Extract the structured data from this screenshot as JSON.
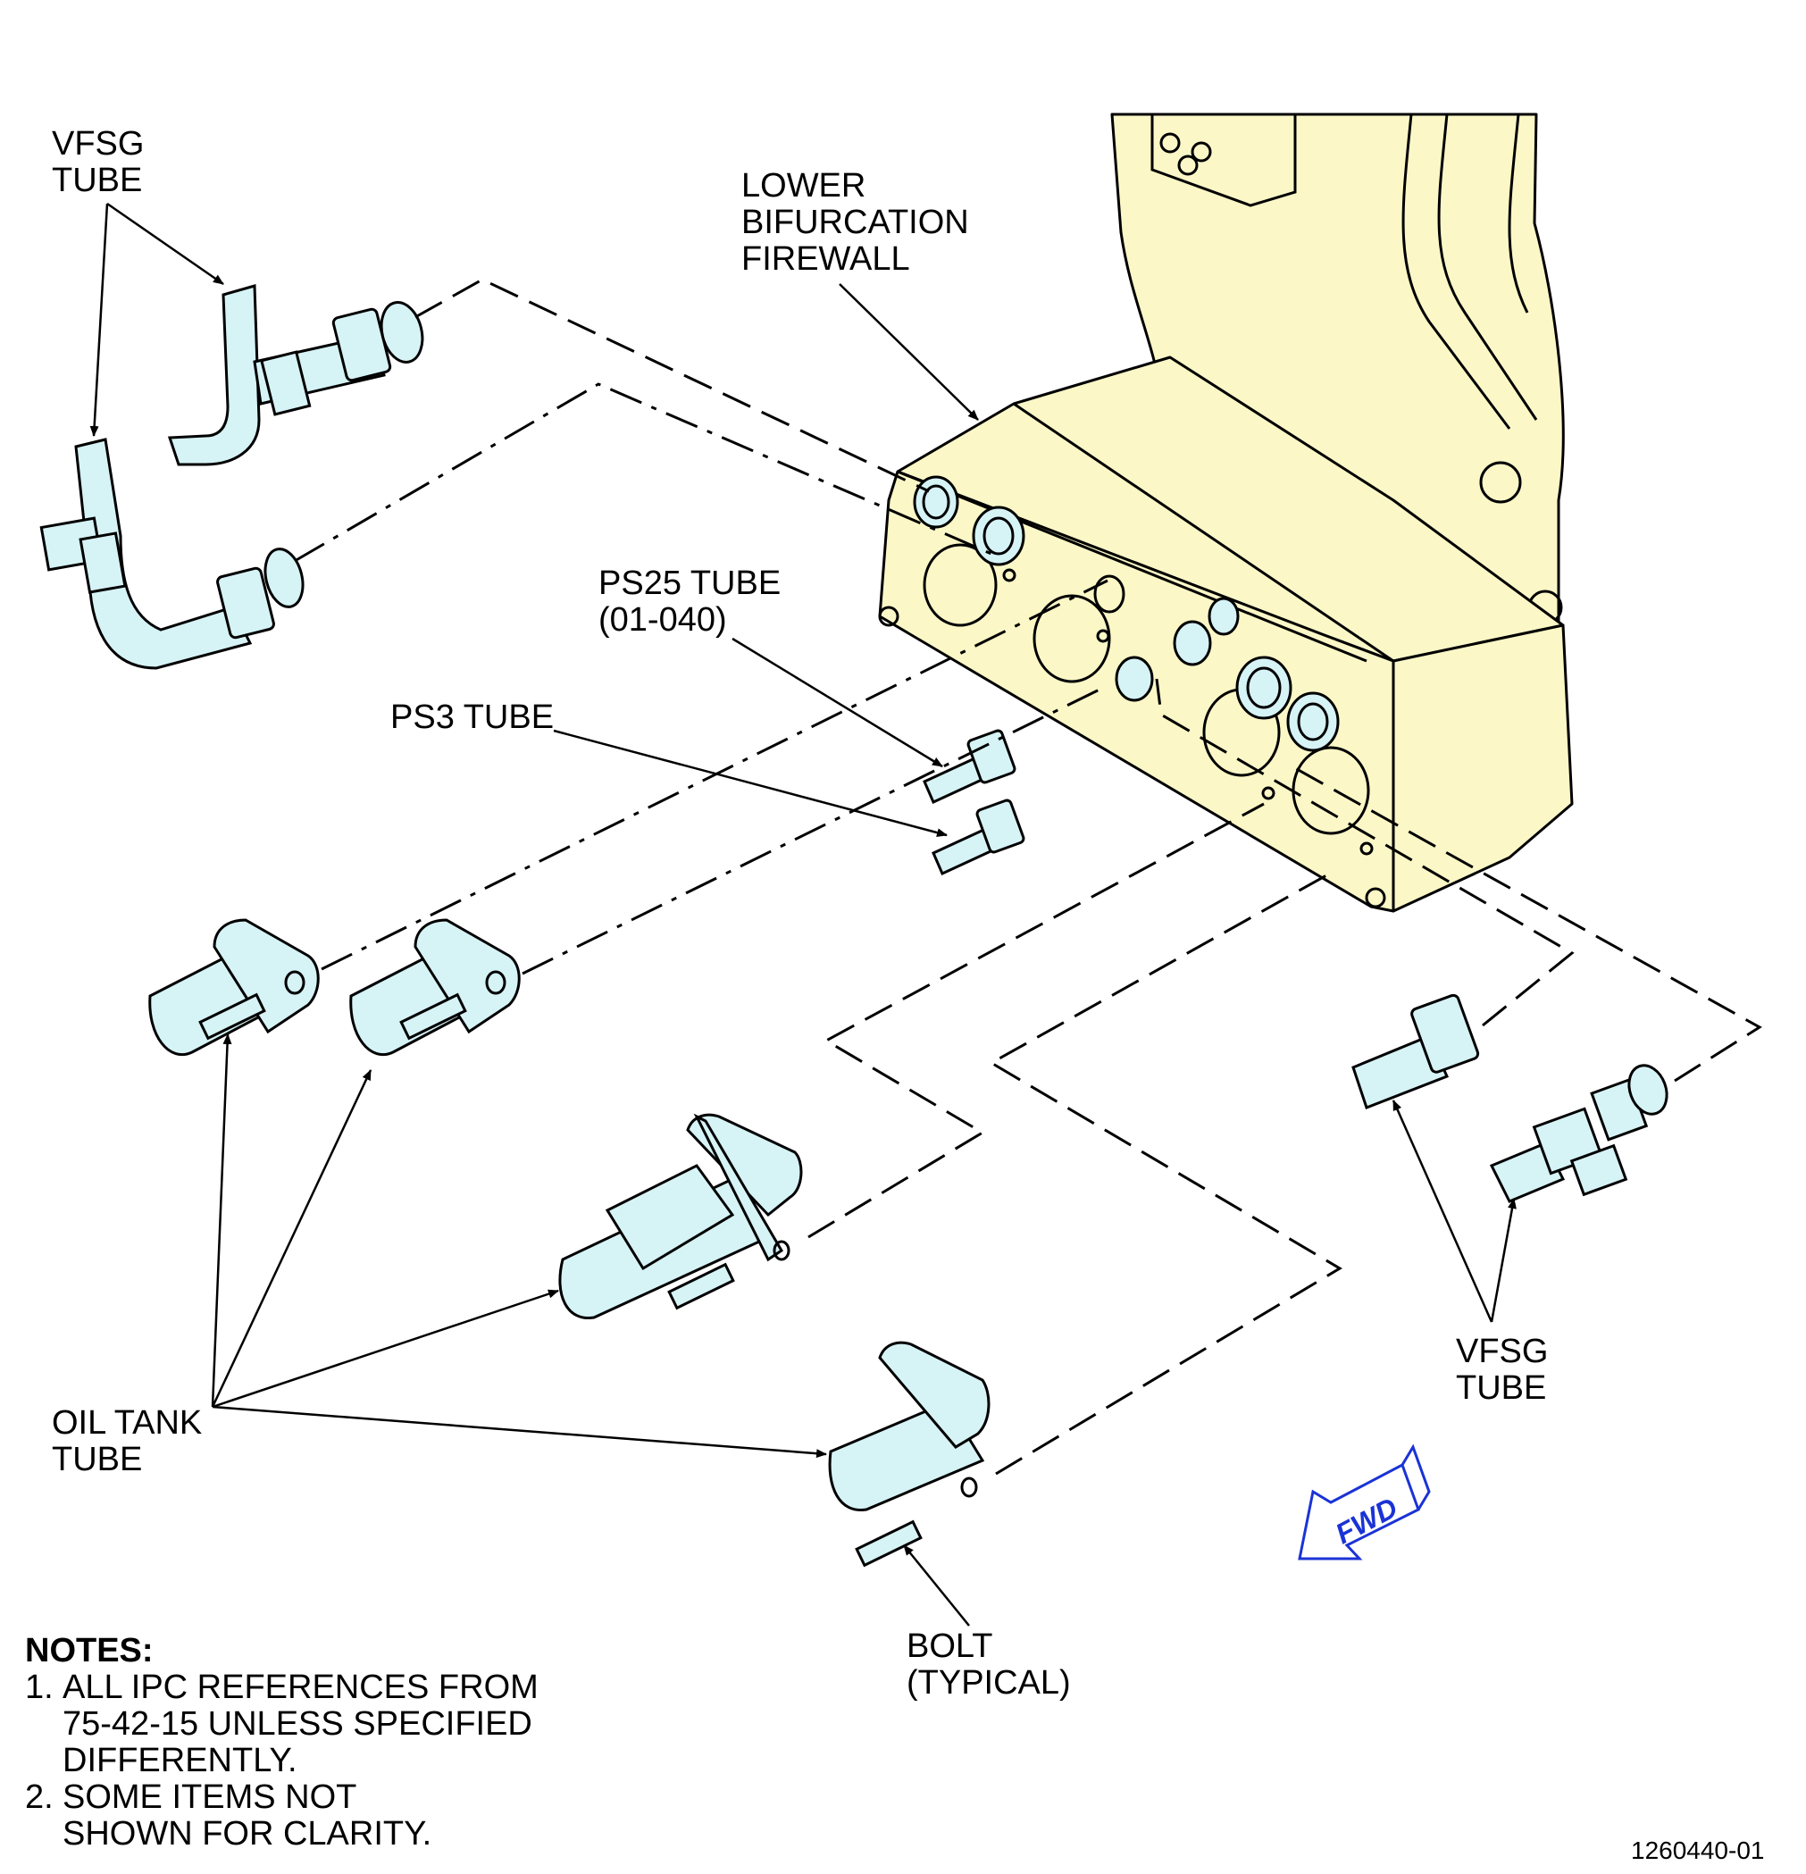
{
  "labels": {
    "vfsg_tube_top": [
      "VFSG",
      "TUBE"
    ],
    "lower_bifurcation_firewall": [
      "LOWER",
      "BIFURCATION",
      "FIREWALL"
    ],
    "ps25_tube": [
      "PS25 TUBE",
      "(01-040)"
    ],
    "ps3_tube": "PS3 TUBE",
    "oil_tank_tube": [
      "OIL TANK",
      "TUBE"
    ],
    "vfsg_tube_right": [
      "VFSG",
      "TUBE"
    ],
    "bolt_typical": [
      "BOLT",
      "(TYPICAL)"
    ],
    "fwd_arrow": "FWD"
  },
  "notes": {
    "heading": "NOTES:",
    "items": [
      {
        "num": "1.",
        "lines": [
          "ALL IPC REFERENCES FROM",
          "75-42-15 UNLESS SPECIFIED",
          "DIFFERENTLY."
        ]
      },
      {
        "num": "2.",
        "lines": [
          "SOME ITEMS NOT",
          "SHOWN FOR CLARITY."
        ]
      }
    ]
  },
  "figure_number": "1260440-01",
  "colors": {
    "tube_fill": "#d6f3f6",
    "firewall_fill": "#fbf7c7",
    "fwd_arrow": "#1a33d6"
  }
}
